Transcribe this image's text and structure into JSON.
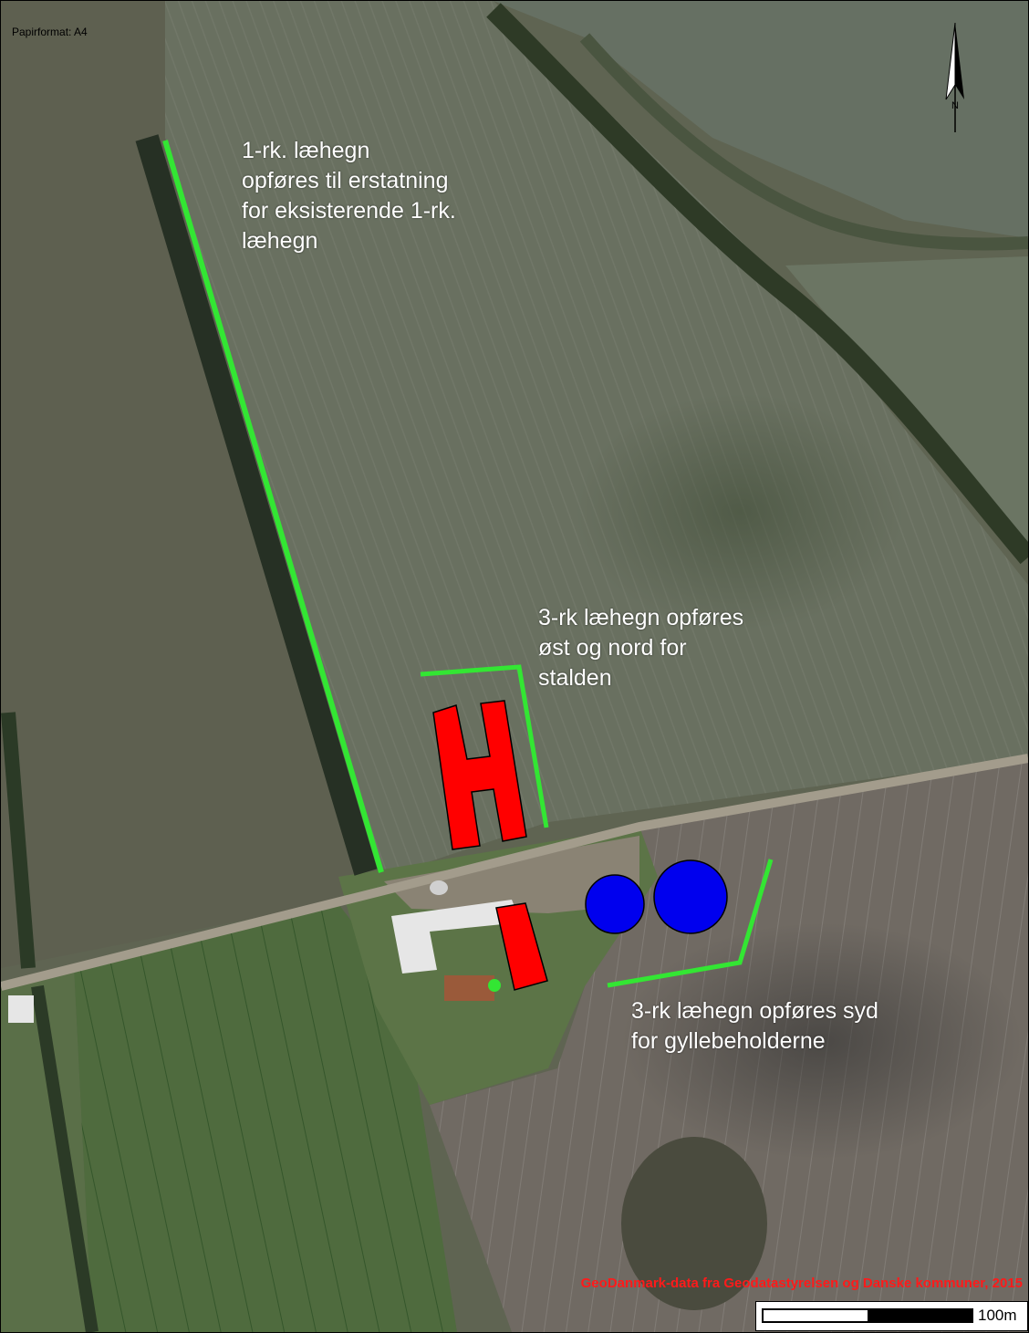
{
  "map": {
    "paper_format": "Papirformat: A4",
    "credit": "GeoDanmark-data fra Geodatastyrelsen og Danske kommuner, 2015",
    "scale_label": "100m",
    "north_label": "N",
    "labels": {
      "hedge_west": [
        "1-rk. læhegn",
        "opføres til erstatning",
        "for eksisterende 1-rk.",
        "læhegn"
      ],
      "hedge_stable": [
        "3-rk læhegn opføres",
        "øst og nord for",
        "stalden"
      ],
      "hedge_tanks": [
        "3-rk læhegn opføres syd",
        "for gyllebeholderne"
      ]
    },
    "colors": {
      "hedge_line": "#33e633",
      "building": "#ff0000",
      "slurry_tank": "#0000ee",
      "credit_text": "#ff1a1a",
      "label_text": "#ffffff"
    }
  }
}
